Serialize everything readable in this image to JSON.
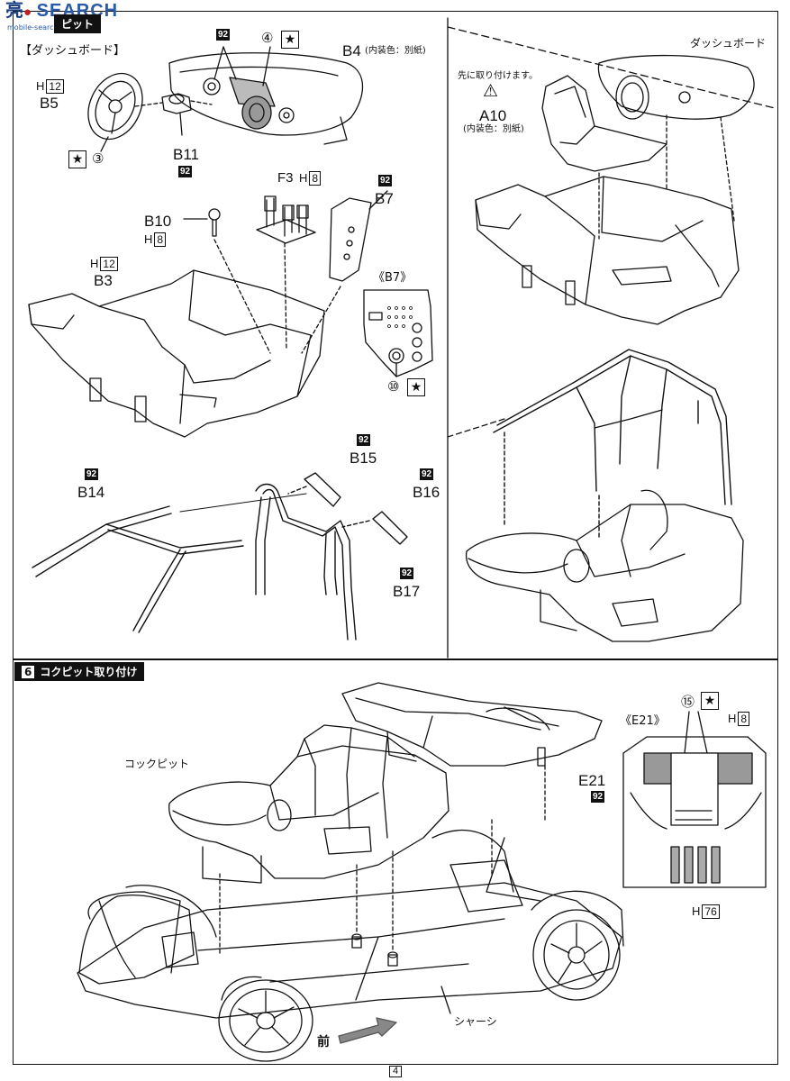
{
  "watermark": "SEARCH",
  "watermark_tag": "mobile-search",
  "step5": {
    "header": "ピット",
    "dash_title": "【ダッシュボード】",
    "parts": {
      "b5": "B5",
      "b4": "B4",
      "b4_note": "(内装色：別紙)",
      "b11": "B11",
      "b10": "B10",
      "f3": "F3",
      "b7": "B7",
      "b3": "B3",
      "b7_detail": "《B7》",
      "b14": "B14",
      "b15": "B15",
      "b16": "B16",
      "b17": "B17"
    },
    "h_codes": {
      "h12a": "12",
      "h12b": "12",
      "h8a": "8",
      "h8b": "8",
      "h_letter": "H"
    },
    "badges": {
      "paint": "92"
    },
    "circled": {
      "c4": "④",
      "c3": "③",
      "c10": "⑩"
    },
    "star": "★",
    "right": {
      "dashboard": "ダッシュボード",
      "attach_first": "先に取り付けます。",
      "a10": "A10",
      "a10_note": "(内装色：別紙)"
    }
  },
  "step6": {
    "num": "6",
    "title": "コクピット取り付け",
    "cockpit": "コックピット",
    "e21": "E21",
    "e21_detail": "《E21》",
    "c15": "⑮",
    "h8": "8",
    "h76": "76",
    "chassis": "シャーシ",
    "front": "前"
  },
  "page_number": "4"
}
